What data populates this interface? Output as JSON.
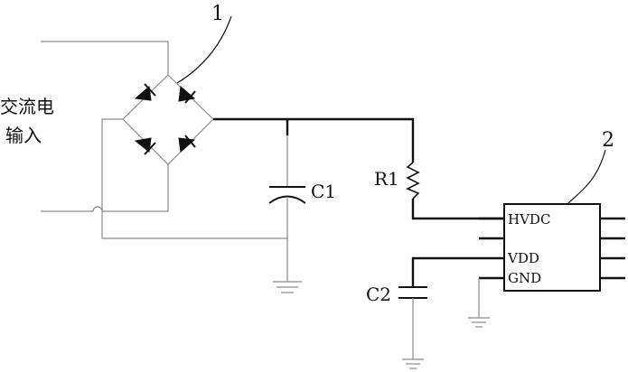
{
  "labels": {
    "ac_input_line1": "交流电",
    "ac_input_line2": "输入",
    "bridge_ref": "1",
    "chip_ref": "2",
    "cap1": "C1",
    "cap2": "C2",
    "res1": "R1",
    "pin_hvdc": "HVDC",
    "pin_vdd": "VDD",
    "pin_gnd": "GND"
  },
  "colors": {
    "thick_wire": "#111111",
    "thin_wire": "#8a8a8a"
  }
}
